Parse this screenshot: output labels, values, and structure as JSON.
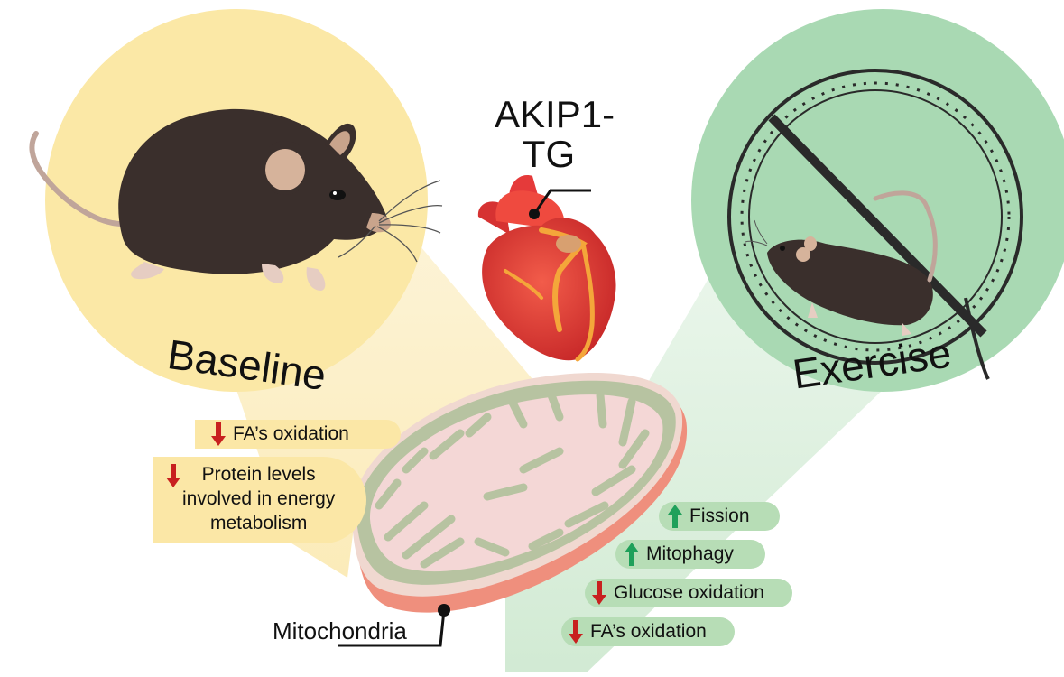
{
  "model": {
    "title_line1": "AKIP1-",
    "title_line2": "TG"
  },
  "conditions": {
    "baseline": "Baseline",
    "exercise": "Exercise"
  },
  "organelle": {
    "label": "Mitochondria"
  },
  "baseline_effects": [
    {
      "text": "FA’s oxidation",
      "direction": "down"
    },
    {
      "text_lines": [
        "Protein levels",
        "involved in energy",
        "metabolism"
      ],
      "direction": "down"
    }
  ],
  "exercise_effects": [
    {
      "text": "Fission",
      "direction": "up"
    },
    {
      "text": "Mitophagy",
      "direction": "up"
    },
    {
      "text": "Glucose oxidation",
      "direction": "down"
    },
    {
      "text": "FA’s oxidation",
      "direction": "down"
    }
  ],
  "colors": {
    "baseline_bg": "#fbe7a6",
    "exercise_bg": "#a9d9b3",
    "up_arrow": "#1fa05a",
    "down_arrow": "#c8201f",
    "heart": "#e53a3a",
    "mouse": "#3a2f2c"
  },
  "icons": [
    "mouse",
    "heart",
    "running-wheel",
    "mitochondrion",
    "up-arrow-icon",
    "down-arrow-icon"
  ]
}
